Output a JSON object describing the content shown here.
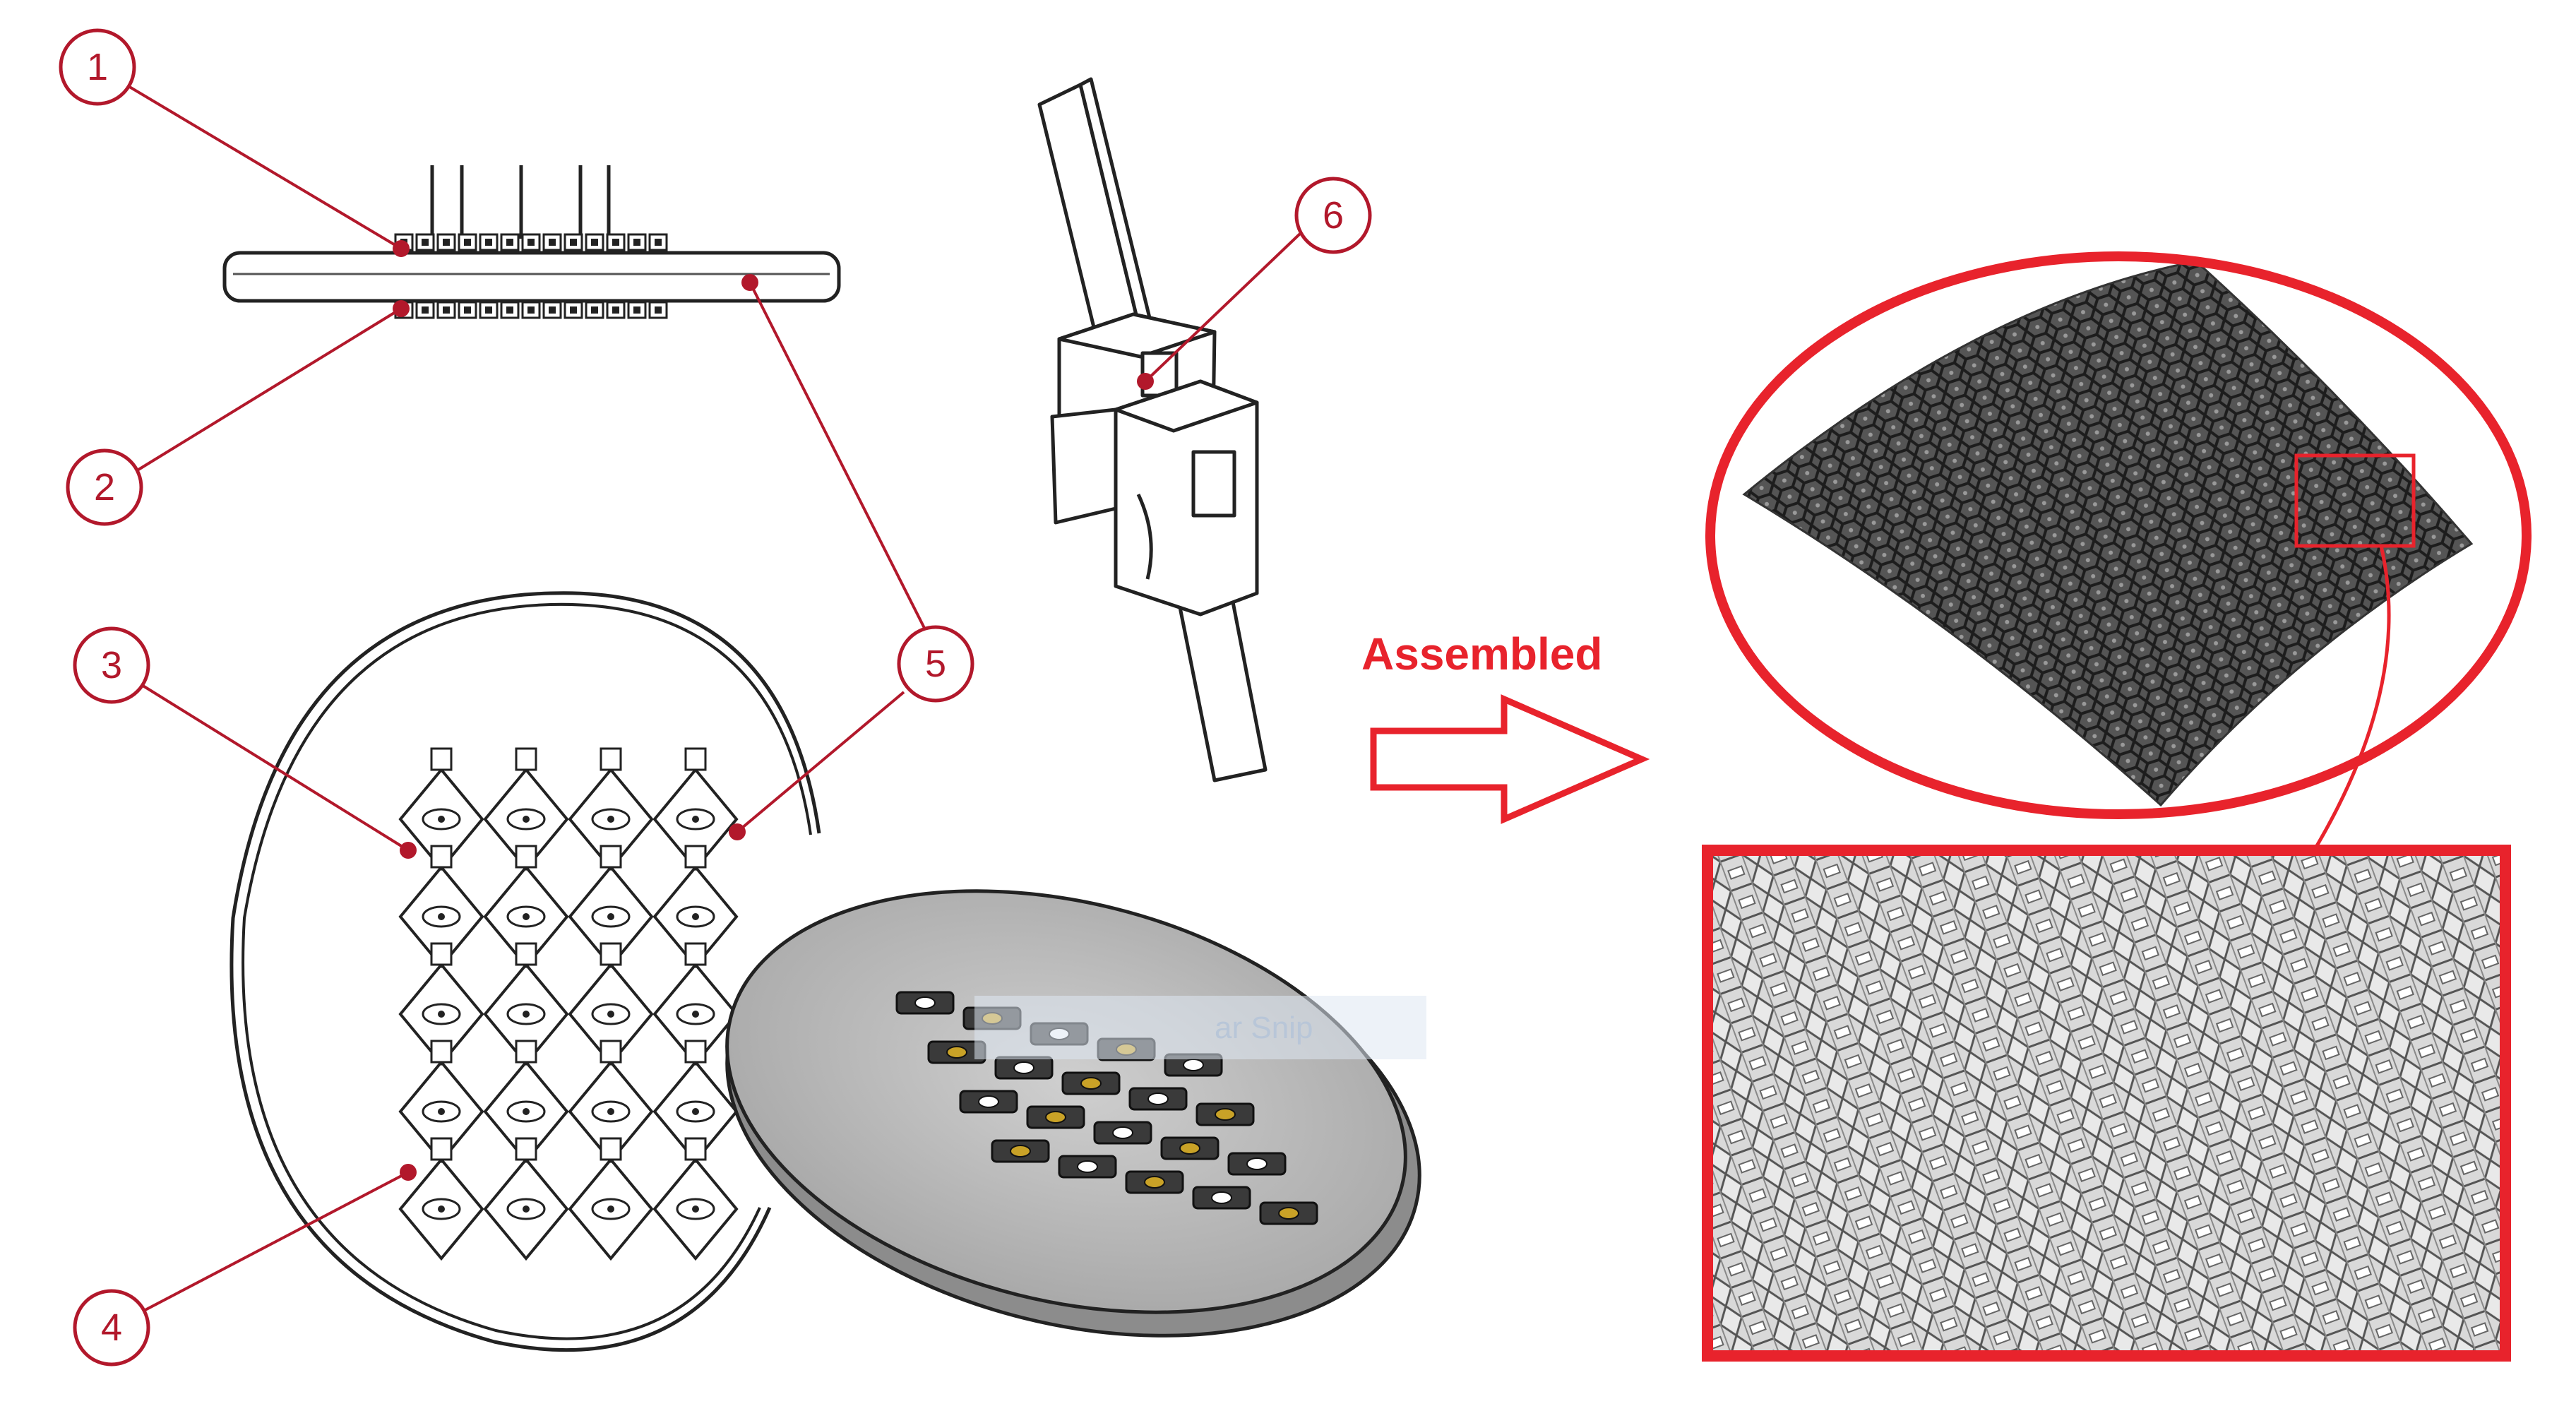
{
  "callouts": [
    {
      "number": "1"
    },
    {
      "number": "2"
    },
    {
      "number": "3"
    },
    {
      "number": "4"
    },
    {
      "number": "5"
    },
    {
      "number": "6"
    }
  ],
  "arrow_label": "Assembled",
  "overlay_text": "ar Snip",
  "colors": {
    "callout_red": "#b2182b",
    "highlight_red": "#e8232c",
    "line_gray": "#222222",
    "mesh_dark": "#4a4a4a",
    "disc_gray": "#b9b9b9",
    "gold": "#c9a227"
  }
}
